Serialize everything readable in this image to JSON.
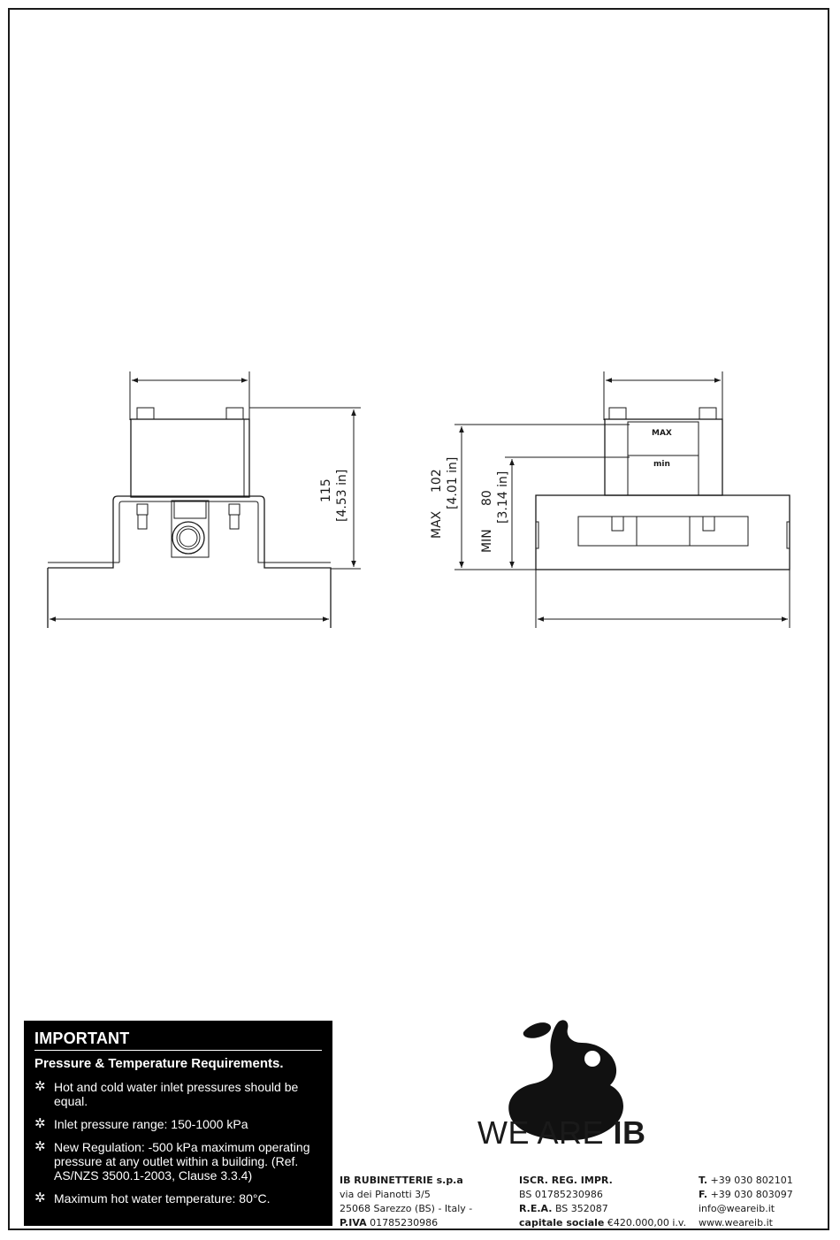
{
  "drawing": {
    "front_view": {
      "dim_height": "115",
      "dim_height_in": "[4.53 in]"
    },
    "side_view": {
      "max_label": "MAX",
      "max_value": "102",
      "max_value_in": "[4.01 in]",
      "min_label": "MIN",
      "min_value": "80",
      "min_value_in": "[3.14 in]",
      "marker_max": "MAX",
      "marker_min": "min"
    }
  },
  "important": {
    "title": "IMPORTANT",
    "subtitle": "Pressure & Temperature Requirements.",
    "bullet_icon": "flower-bullet-icon",
    "items": [
      "Hot and cold water inlet pressures should be equal.",
      "Inlet pressure range: 150-1000 kPa",
      "New Regulation: -500 kPa maximum operating pressure at any outlet within a building. (Ref. AS/NZS 3500.1-2003, Clause 3.3.4)",
      "Maximum hot water temperature: 80°C."
    ]
  },
  "brand": {
    "prefix": "WE ARE ",
    "name": "IB",
    "logo_icon": "ib-blob-logo"
  },
  "company": {
    "name": "IB RUBINETTERIE s.p.a",
    "address1": "via dei Pianotti 3/5",
    "address2": "25068 Sarezzo (BS) - Italy -",
    "piva_label": "P.IVA",
    "piva": "01785230986"
  },
  "registry": {
    "title": "ISCR. REG. IMPR.",
    "reg_number": "BS 01785230986",
    "rea_label": "R.E.A.",
    "rea": "BS 352087",
    "capital_label": "capitale sociale",
    "capital": "€420.000,00 i.v."
  },
  "contact": {
    "phone_label": "T.",
    "phone": "+39 030 802101",
    "fax_label": "F.",
    "fax": "+39 030 803097",
    "email": "info@weareib.it",
    "web": "www.weareib.it"
  }
}
